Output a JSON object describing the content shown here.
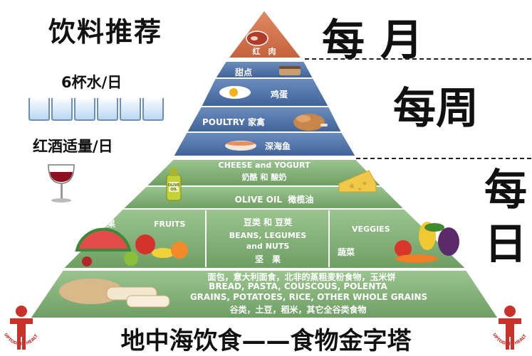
{
  "left": {
    "drinks_title": "饮料推荐",
    "water": "6杯水/日",
    "wine": "红酒适量/日"
  },
  "right": {
    "monthly": "每月",
    "weekly": "每周",
    "daily": "每日"
  },
  "pyramid": {
    "red_meat": "红　肉",
    "sweets": "甜点",
    "eggs": "鸡蛋",
    "poultry": "POULTRY 家禽",
    "fish": "深海鱼",
    "cheese_en": "CHEESE and YOGURT",
    "cheese_cn": "奶酪 和 酸奶",
    "olive_oil": "OLIVE OIL  橄榄油",
    "olive_bottle_label": "OLIVE OIL",
    "fruits_cn": "水果",
    "fruits_en": "FRUITS",
    "beans_cn": "豆类 和 豆荚",
    "beans_en1": "BEANS, LEGUMES",
    "beans_en2": "and NUTS",
    "beans_cn2": "坚　果",
    "veggies_en": "VEGGIES",
    "veggies_cn": "蔬菜",
    "grains_line1": "面包，意大利面食，北非的蒸粗麦粉食物，玉米饼",
    "grains_line2": "BREAD, PASTA, COUSCOUS, POLENTA",
    "grains_line3": "GRAINS, POTATOES, RICE, OTHER WHOLE GRAINS",
    "grains_line4": "谷类，土豆，稻米，其它全谷类食物"
  },
  "footer": {
    "title": "地中海饮食——食物金字塔",
    "logo_text": "UPTODATE HEALTHY"
  },
  "colors": {
    "top_tier": "#d4734e",
    "blue_tier": "#4a6fa5",
    "green_tier": "#7fae74",
    "bottom_tier": "#7fae74"
  }
}
